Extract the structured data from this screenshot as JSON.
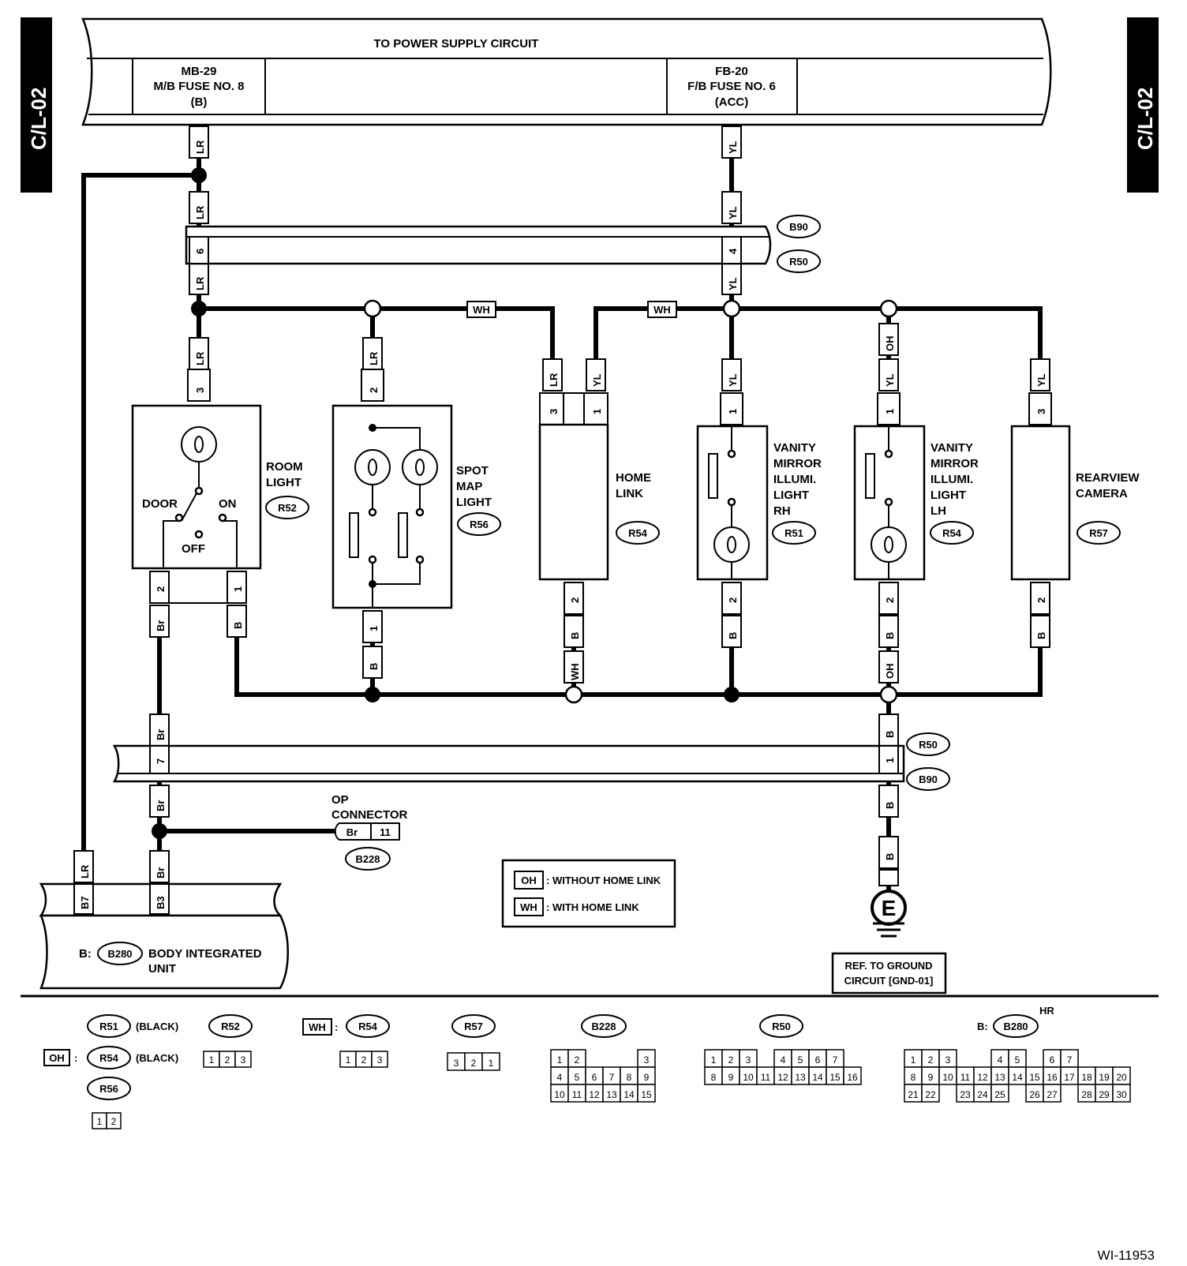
{
  "page_code": "C/L-02",
  "figure_id": "WI-11953",
  "power": {
    "title": "TO POWER SUPPLY CIRCUIT",
    "fuse1": {
      "line1": "MB-29",
      "line2": "M/B FUSE  NO. 8",
      "line3": "(B)"
    },
    "fuse2": {
      "line1": "FB-20",
      "line2": "F/B FUSE NO. 6",
      "line3": "(ACC)"
    }
  },
  "wires": {
    "LR": "LR",
    "YL": "YL",
    "WH": "WH",
    "OH": "OH",
    "Br": "Br",
    "B": "B",
    "B7": "B7",
    "B3": "B3"
  },
  "connectors": {
    "B90": "B90",
    "R50": "R50",
    "R51": "R51",
    "R52": "R52",
    "R54": "R54",
    "R56": "R56",
    "R57": "R57",
    "B228": "B228",
    "B280": "B280"
  },
  "pins": {
    "p1": "1",
    "p2": "2",
    "p3": "3",
    "p4": "4",
    "p6": "6",
    "p7": "7",
    "p11": "11"
  },
  "components": {
    "room_light": {
      "line1": "ROOM",
      "line2": "LIGHT",
      "door": "DOOR",
      "on": "ON",
      "off": "OFF"
    },
    "spot_map": {
      "line1": "SPOT",
      "line2": "MAP",
      "line3": "LIGHT"
    },
    "home_link": {
      "line1": "HOME",
      "line2": "LINK"
    },
    "vanity_rh": {
      "line1": "VANITY",
      "line2": "MIRROR",
      "line3": "ILLUMI.",
      "line4": "LIGHT",
      "line5": "RH"
    },
    "vanity_lh": {
      "line1": "VANITY",
      "line2": "MIRROR",
      "line3": "ILLUMI.",
      "line4": "LIGHT",
      "line5": "LH"
    },
    "rearview": {
      "line1": "REARVIEW",
      "line2": "CAMERA"
    }
  },
  "op_connector": {
    "line1": "OP",
    "line2": "CONNECTOR"
  },
  "bcu": {
    "prefix": "B:",
    "line1": "BODY INTEGRATED",
    "line2": "UNIT"
  },
  "legend": {
    "oh_code": "OH",
    "oh_text": ": WITHOUT HOME LINK",
    "wh_code": "WH",
    "wh_text": ": WITH HOME LINK"
  },
  "ground": {
    "symbol": "E",
    "line1": "REF. TO GROUND",
    "line2": "CIRCUIT [GND-01]"
  },
  "footer": {
    "black": "(BLACK)",
    "colon": ":",
    "hr": "HR",
    "b_prefix": "B:",
    "r52_pins": [
      "1",
      "2",
      "3"
    ],
    "r56_pins": [
      "1",
      "2"
    ],
    "r54_pins": [
      "1",
      "2",
      "3"
    ],
    "r57_pins": [
      "3",
      "2",
      "1"
    ],
    "b228_rows": [
      [
        "1",
        "2",
        "",
        "3"
      ],
      [
        "4",
        "5",
        "6",
        "7",
        "8",
        "9"
      ],
      [
        "10",
        "11",
        "12",
        "13",
        "14",
        "15"
      ]
    ],
    "r50_rows": [
      [
        "1",
        "2",
        "3",
        "",
        "4",
        "5",
        "6",
        "7"
      ],
      [
        "8",
        "9",
        "10",
        "11",
        "12",
        "13",
        "14",
        "15",
        "16"
      ]
    ],
    "b280_rows": [
      [
        "1",
        "2",
        "3",
        "",
        "",
        "4",
        "5",
        "",
        "6",
        "7"
      ],
      [
        "8",
        "9",
        "10",
        "11",
        "12",
        "13",
        "14",
        "15",
        "16",
        "17",
        "18",
        "19",
        "20"
      ],
      [
        "21",
        "22",
        "",
        "23",
        "24",
        "25",
        "",
        "26",
        "27",
        "",
        "28",
        "29",
        "30"
      ]
    ]
  }
}
